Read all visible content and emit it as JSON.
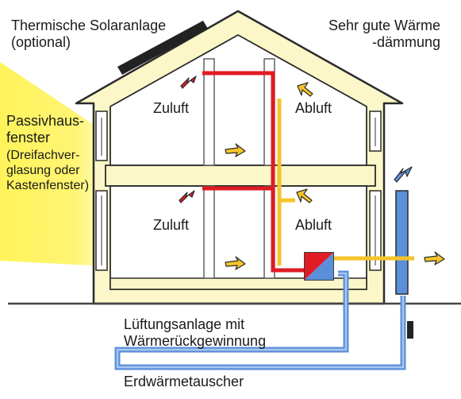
{
  "labels": {
    "solar": [
      "Thermische Solaranlage",
      "(optional)"
    ],
    "insulation": [
      "Sehr gute Wärme",
      "-dämmung"
    ],
    "window": [
      "Passivhaus-",
      "fenster",
      "(Dreifachver-",
      "glasung oder",
      "Kastenfenster)"
    ],
    "supply_air_top": "Zuluft",
    "exhaust_air_top": "Abluft",
    "supply_air_bottom": "Zuluft",
    "exhaust_air_bottom": "Abluft",
    "ventilation": [
      "Lüftungsanlage mit",
      "Wärmerückgewinnung"
    ],
    "ground_heat": "Erdwärmetauscher"
  },
  "colors": {
    "house_fill": "#fbf7c8",
    "outline": "#2b2b2b",
    "supply_duct": "#e01b24",
    "exhaust_duct": "#f6c42a",
    "fresh_duct": "#5b8fd9",
    "sunlight": "#fff35a",
    "solar_panel": "#222222",
    "ground_line": "#444444"
  }
}
